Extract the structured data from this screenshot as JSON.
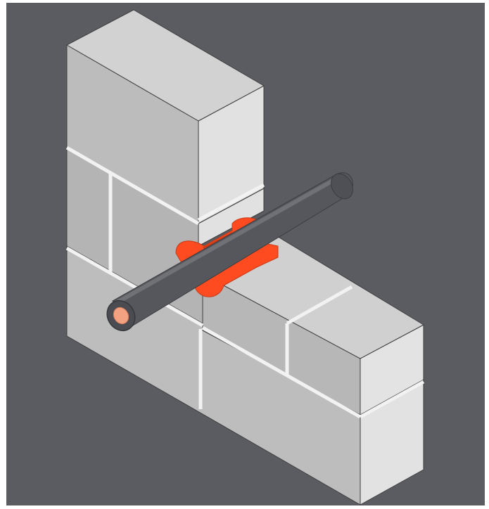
{
  "colors": {
    "frame": "#ffffff",
    "background": "#5b5c61",
    "block_top": "#d4d4d4",
    "block_left": "#b9b9b9",
    "block_right": "#e3e3e3",
    "block_edge": "#3f3f3f",
    "mortar": "#f2f2f2",
    "pipe_body": "#55575c",
    "pipe_highlight": "#707276",
    "pipe_end_ring": "#4a4c51",
    "pipe_bore": "#f3a281",
    "firestop_red": "#ff4b1f",
    "firestop_dark": "#d13a16"
  },
  "parts": [
    {
      "name": "masonry-wall",
      "description_icon": "concrete-block-icon"
    },
    {
      "name": "pipe",
      "description_icon": "pipe-icon"
    },
    {
      "name": "firestop-collar",
      "description_icon": "firestop-sealant-icon"
    }
  ]
}
